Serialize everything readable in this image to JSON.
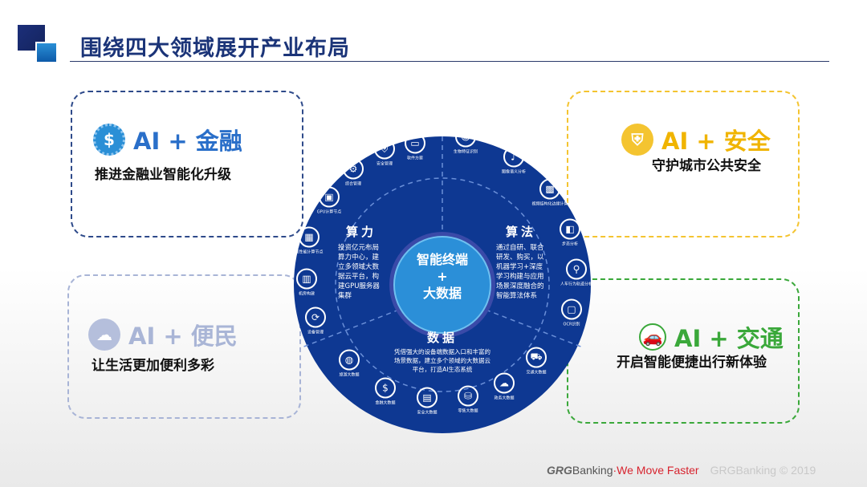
{
  "title": "围绕四大领域展开产业布局",
  "cards": [
    {
      "head": "AI + 金融",
      "sub": "推进金融业智能化升级",
      "icon": "dollar-icon",
      "color": "#2a6fc9",
      "border": "#2e4a8a"
    },
    {
      "head": "AI + 便民",
      "sub": "让生活更加便利多彩",
      "icon": "cloud-icon",
      "color": "#a9b5d6",
      "border": "#a8b4d6"
    },
    {
      "head": "AI + 安全",
      "sub": "守护城市公共安全",
      "icon": "shield-icon",
      "color": "#f0b400",
      "border": "#f4c430"
    },
    {
      "head": "AI + 交通",
      "sub": "开启智能便捷出行新体验",
      "icon": "car-icon",
      "color": "#3aa83a",
      "border": "#3aa83a"
    }
  ],
  "wheel": {
    "center_line1": "智能终端",
    "center_plus": "+",
    "center_line2": "大数据",
    "segments": [
      {
        "title": "算力",
        "text": "投资亿元布局算力中心，建立多领域大数据云平台，构建GPU服务器集群"
      },
      {
        "title": "算法",
        "text": "通过自研、联合研发、购买，以机器学习+深度学习构建与应用场景深度融合的智能算法体系"
      },
      {
        "title": "数据",
        "text": "凭借强大的设备端数据入口和丰富的场景数据，建立多个领域的大数据云平台，打造AI生态系统"
      }
    ],
    "nodes": [
      "软件方案",
      "安全管理",
      "综合管理",
      "GPU计算节点",
      "高性能计算节点",
      "机房构建",
      "设备管理",
      "生物特征识别",
      "图像语义分析",
      "视频结构化边缘计算",
      "步态分析",
      "人车行为轨迹分析",
      "OCR识别",
      "旅游大数据",
      "金融大数据",
      "安全大数据",
      "零售大数据",
      "政务大数据",
      "交通大数据"
    ]
  },
  "footer": {
    "brand": "GRG",
    "brand2": "Banking",
    "sep": "·",
    "slogan": "We Move Faster",
    "copyright": "GRGBanking © 2019"
  }
}
